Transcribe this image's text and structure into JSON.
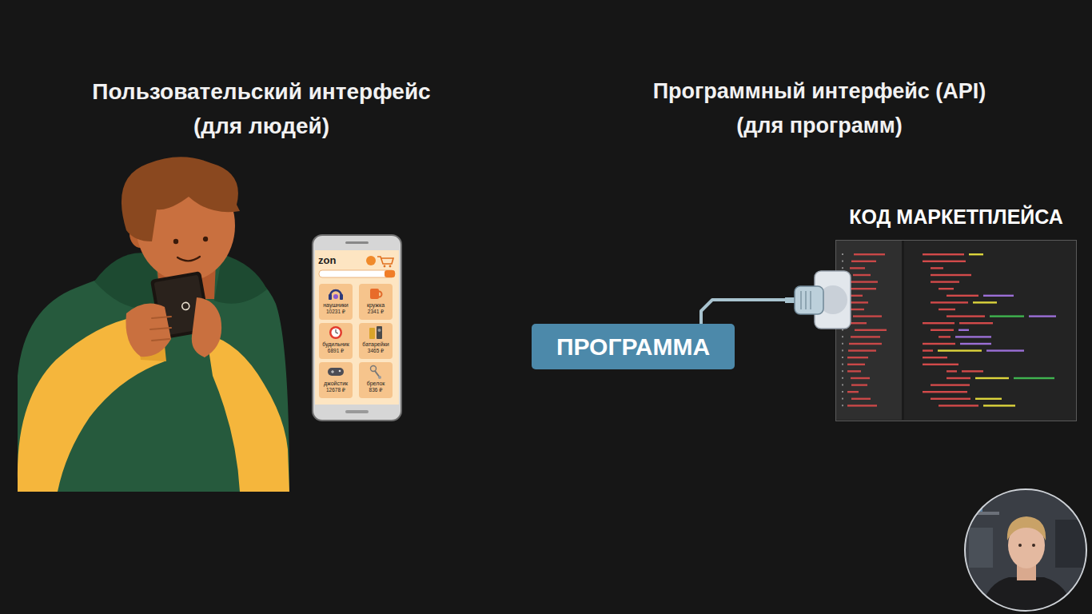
{
  "diagram": {
    "nodes": [
      {
        "text": [
          "zon"
        ]
      },
      {
        "text": [
          "наушники",
          "10231 ₽"
        ],
        "in": 0
      },
      {
        "text": [
          "кружка",
          "2341 ₽"
        ],
        "in": 0
      },
      {
        "text": [
          "будильник",
          "6891 ₽"
        ],
        "in": 0
      },
      {
        "text": [
          "батарейки",
          "3465 ₽"
        ],
        "in": 0
      },
      {
        "text": [
          "джойстик",
          "12678 ₽"
        ],
        "in": 0
      },
      {
        "text": [
          "брелок",
          "836 ₽"
        ],
        "in": 0
      },
      {
        "text": [
          "ПРОГРАММА"
        ]
      },
      {
        "text": [
          "КОД МАРКЕТПЛЕЙСА"
        ]
      }
    ],
    "edges": [
      {
        "from": 7,
        "to": 8,
        "arrow": "none"
      }
    ],
    "labels": [
      "Пользовательский интерфейс (для людей)",
      "Программный интерфейс (API) (для программ)"
    ]
  }
}
